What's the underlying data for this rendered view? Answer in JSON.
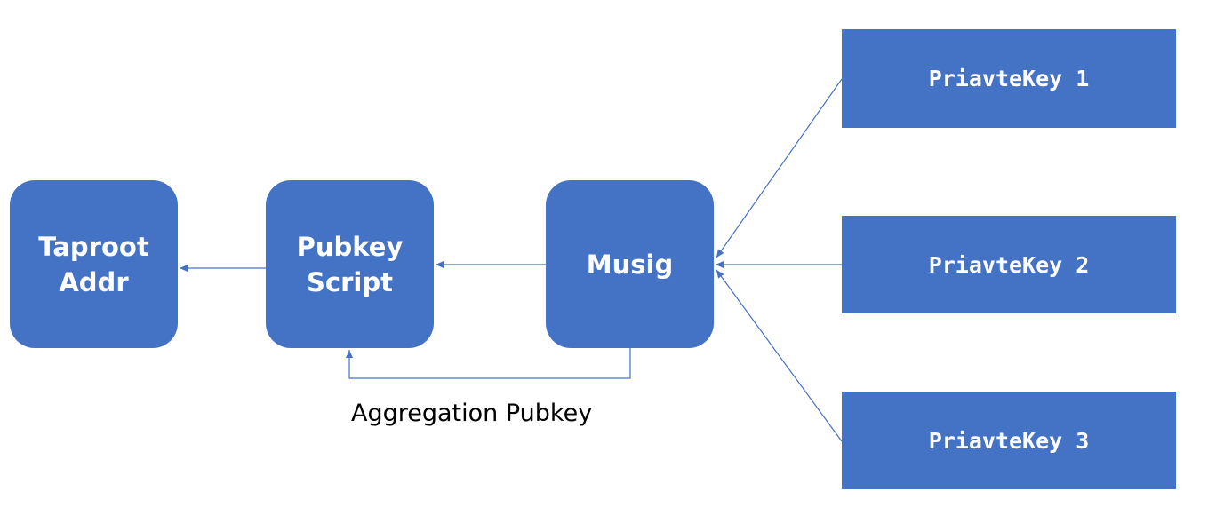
{
  "colors": {
    "node_fill": "#4472c4",
    "connector": "#4472c4",
    "node_text": "#ffffff",
    "label_text": "#000000"
  },
  "nodes": {
    "taproot_addr": "Taproot\nAddr",
    "pubkey_script": "Pubkey\nScript",
    "musig": "Musig",
    "private_key_1": "PriavteKey 1",
    "private_key_2": "PriavteKey 2",
    "private_key_3": "PriavteKey 3"
  },
  "edges": [
    {
      "from": "private_key_1",
      "to": "musig"
    },
    {
      "from": "private_key_2",
      "to": "musig"
    },
    {
      "from": "private_key_3",
      "to": "musig"
    },
    {
      "from": "musig",
      "to": "pubkey_script"
    },
    {
      "from": "musig",
      "to": "pubkey_script",
      "label": "Aggregation Pubkey"
    },
    {
      "from": "pubkey_script",
      "to": "taproot_addr"
    }
  ],
  "labels": {
    "aggregation": "Aggregation Pubkey"
  }
}
